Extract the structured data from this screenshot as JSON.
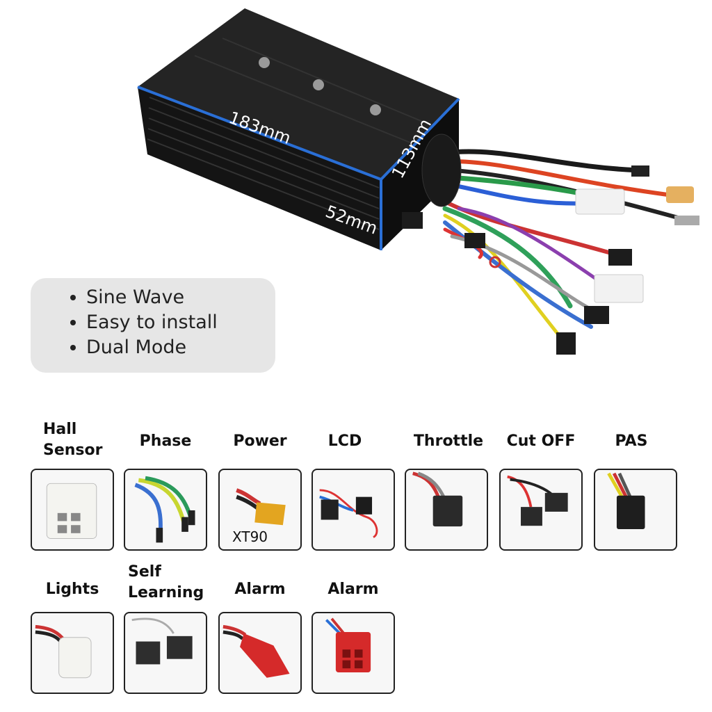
{
  "product": {
    "dimension_length": "183mm",
    "dimension_width": "113mm",
    "dimension_height": "52mm"
  },
  "features": [
    "Sine Wave",
    "Easy to install",
    "Dual Mode"
  ],
  "connectors": [
    {
      "label_line1": "Hall",
      "label_line2": "Sensor"
    },
    {
      "label_line1": "Phase",
      "label_line2": ""
    },
    {
      "label_line1": "Power",
      "label_line2": "",
      "caption": "XT90"
    },
    {
      "label_line1": "LCD",
      "label_line2": ""
    },
    {
      "label_line1": "Throttle",
      "label_line2": ""
    },
    {
      "label_line1": "Cut OFF",
      "label_line2": ""
    },
    {
      "label_line1": "PAS",
      "label_line2": ""
    },
    {
      "label_line1": "Lights",
      "label_line2": ""
    },
    {
      "label_line1": "Self",
      "label_line2": "Learning"
    },
    {
      "label_line1": "Alarm",
      "label_line2": ""
    },
    {
      "label_line1": "Alarm",
      "label_line2": ""
    }
  ],
  "colors": {
    "accent_edge": "#2a6fd6",
    "panel": "#e6e6e6",
    "body": "#161616"
  }
}
